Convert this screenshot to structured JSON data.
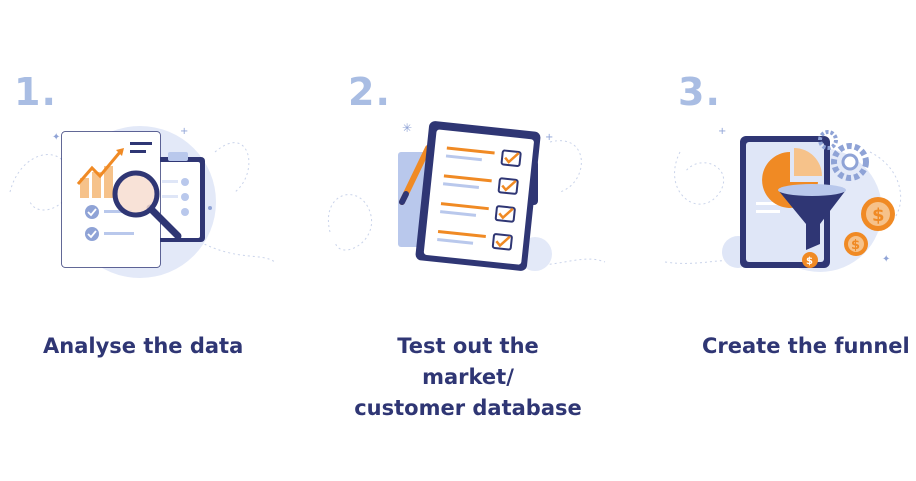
{
  "steps": [
    {
      "number": "1.",
      "label": "Analyse the data",
      "illustration": "analysis-report-magnifier"
    },
    {
      "number": "2.",
      "label": "Test out the market/\ncustomer database",
      "illustration": "checklist-clipboard"
    },
    {
      "number": "3.",
      "label": "Create the funnel",
      "illustration": "sales-funnel-coins"
    }
  ],
  "colors": {
    "number": "#a9bde3",
    "label": "#2f3674",
    "navy": "#2f3674",
    "orange": "#f08a24",
    "light_blue": "#dfe6f7",
    "mid_blue": "#b9c8ec"
  }
}
